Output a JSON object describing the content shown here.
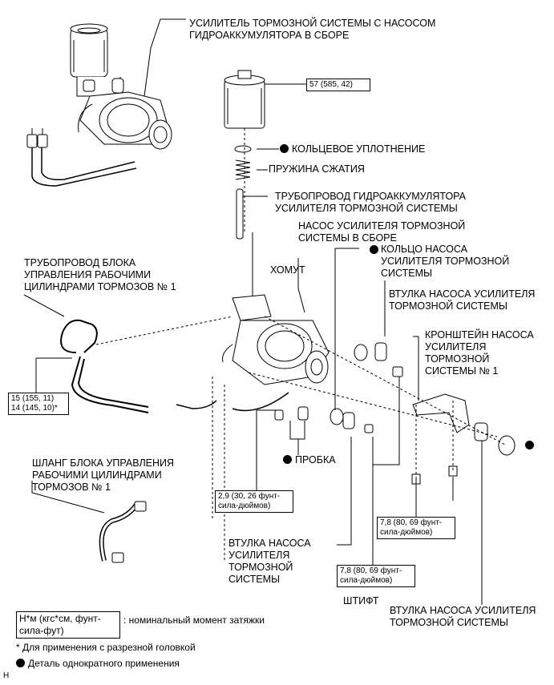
{
  "labels": {
    "booster_assy": "УСИЛИТЕЛЬ ТОРМОЗНОЙ СИСТЕМЫ С НАСОСОМ\nГИДРОАККУМУЛЯТОРА В СБОРЕ",
    "o_ring": "КОЛЬЦЕВОЕ УПЛОТНЕНИЕ",
    "spring": "ПРУЖИНА СЖАТИЯ",
    "accum_pipe": "ТРУБОПРОВОД ГИДРОАККУМУЛЯТОРА\nУСИЛИТЕЛЯ ТОРМОЗНОЙ СИСТЕМЫ",
    "pump_assy": "НАСОС УСИЛИТЕЛЯ ТОРМОЗНОЙ\nСИСТЕМЫ В СБОРЕ",
    "clamp": "ХОМУТ",
    "pump_ring": "КОЛЬЦО НАСОСА\nУСИЛИТЕЛЯ ТОРМОЗНОЙ\nСИСТЕМЫ",
    "bushing_right": "ВТУЛКА НАСОСА УСИЛИТЕЛЯ\nТОРМОЗНОЙ СИСТЕМЫ",
    "bracket": "КРОНШТЕЙН НАСОСА\nУСИЛИТЕЛЯ\nТОРМОЗНОЙ\nСИСТЕМЫ № 1",
    "pipe_left": "ТРУБОПРОВОД БЛОКА\nУПРАВЛЕНИЯ РАБОЧИМИ\nЦИЛИНДРАМИ ТОРМОЗОВ № 1",
    "plug": "ПРОБКА",
    "hose": "ШЛАНГ БЛОКА УПРАВЛЕНИЯ\nРАБОЧИМИ ЦИЛИНДРАМИ\nТОРМОЗОВ № 1",
    "bushing_mid": "ВТУЛКА НАСОСА\nУСИЛИТЕЛЯ\nТОРМОЗНОЙ\nСИСТЕМЫ",
    "pin": "ШТИФТ",
    "bushing_bottom": "ВТУЛКА НАСОСА УСИЛИТЕЛЯ\nТОРМОЗНОЙ СИСТЕМЫ"
  },
  "torques": {
    "accumulator": "57 (585, 42)",
    "pipe_fitting": "15 (155, 11)\n14 (145, 10)*",
    "plug_bolt": "2,9 (30, 26 фунт-\nсила-дюймов)",
    "bracket_bolts": "7,8 (80, 69 фунт-\nсила-дюймов)",
    "pin_bolt": "7,8 (80, 69 фунт-\nсила-дюймов)"
  },
  "legend": {
    "unit_box": "Н*м (кгс*см, фунт-\nсила-фут)",
    "unit_desc": ": номинальный момент затяжки",
    "footnote": "* Для применения с разрезной головкой",
    "non_reusable": "Деталь однократного применения",
    "corner_mark": "H"
  }
}
